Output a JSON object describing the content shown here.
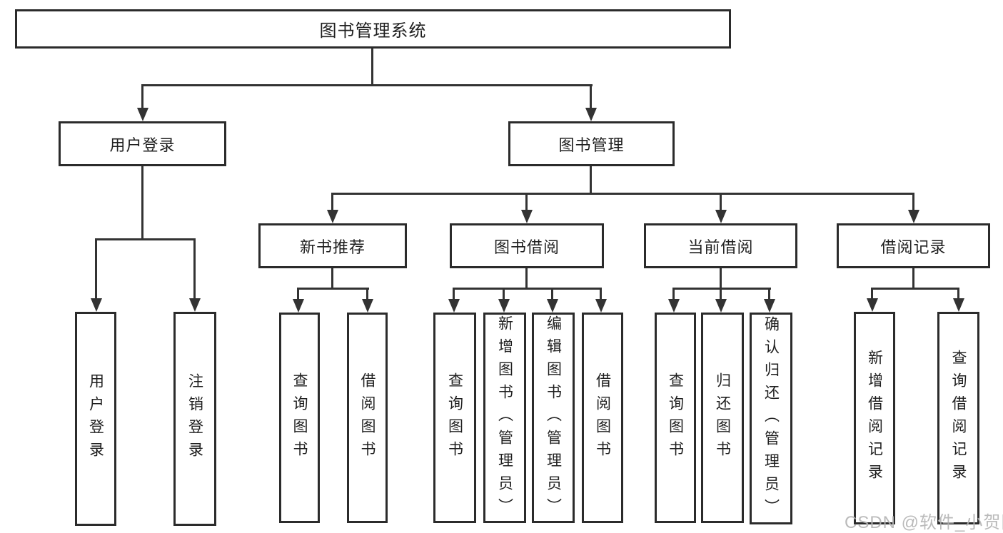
{
  "nodes": {
    "root": "图书管理系统",
    "login_group": "用户登录",
    "mgmt_group": "图书管理",
    "login": "用户登录",
    "logout": "注销登录",
    "recommend": "新书推荐",
    "borrow": "图书借阅",
    "current": "当前借阅",
    "records": "借阅记录",
    "rec_query": "查询图书",
    "rec_borrow": "借阅图书",
    "bor_query": "查询图书",
    "bor_add": "新增图书（管理员）",
    "bor_edit": "编辑图书（管理员）",
    "bor_borrow": "借阅图书",
    "cur_query": "查询图书",
    "cur_return": "归还图书",
    "cur_confirm": "确认归还（管理员）",
    "records_add": "新增借阅记录",
    "records_query": "查询借阅记录"
  },
  "hierarchy": {
    "图书管理系统": {
      "用户登录": [
        "用户登录",
        "注销登录"
      ],
      "图书管理": {
        "新书推荐": [
          "查询图书",
          "借阅图书"
        ],
        "图书借阅": [
          "查询图书",
          "新增图书（管理员）",
          "编辑图书（管理员）",
          "借阅图书"
        ],
        "当前借阅": [
          "查询图书",
          "归还图书",
          "确认归还（管理员）"
        ],
        "借阅记录": [
          "新增借阅记录",
          "查询借阅记录"
        ]
      }
    }
  },
  "watermark": {
    "text": "CSDN @软件_小贺同学"
  },
  "colors": {
    "background": "#ffffff",
    "line": "#333333",
    "box_border": "#2b2b2b",
    "text": "#1f1f1f",
    "watermark": "#b2b2b2"
  }
}
